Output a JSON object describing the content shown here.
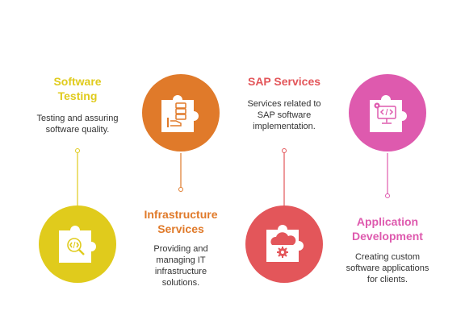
{
  "colors": {
    "software_testing": "#E0CB1C",
    "infrastructure": "#E07A2A",
    "sap": "#E3565A",
    "application": "#DE5AAE",
    "text": "#333333"
  },
  "items": [
    {
      "key": "software_testing",
      "title_lines": [
        "Software",
        "Testing"
      ],
      "desc_lines": [
        "Testing and assuring",
        "software quality."
      ],
      "icon": "code-search-icon"
    },
    {
      "key": "infrastructure",
      "title_lines": [
        "Infrastructure",
        "Services"
      ],
      "desc_lines": [
        "Providing and",
        "managing IT",
        "infrastructure",
        "solutions."
      ],
      "icon": "server-hand-icon"
    },
    {
      "key": "sap",
      "title_lines": [
        "SAP Services"
      ],
      "desc_lines": [
        "Services related to",
        "SAP software",
        "implementation."
      ],
      "icon": "cloud-gear-icon"
    },
    {
      "key": "application",
      "title_lines": [
        "Application",
        "Development"
      ],
      "desc_lines": [
        "Creating custom",
        "software applications",
        "for clients."
      ],
      "icon": "monitor-code-gear-icon"
    }
  ]
}
